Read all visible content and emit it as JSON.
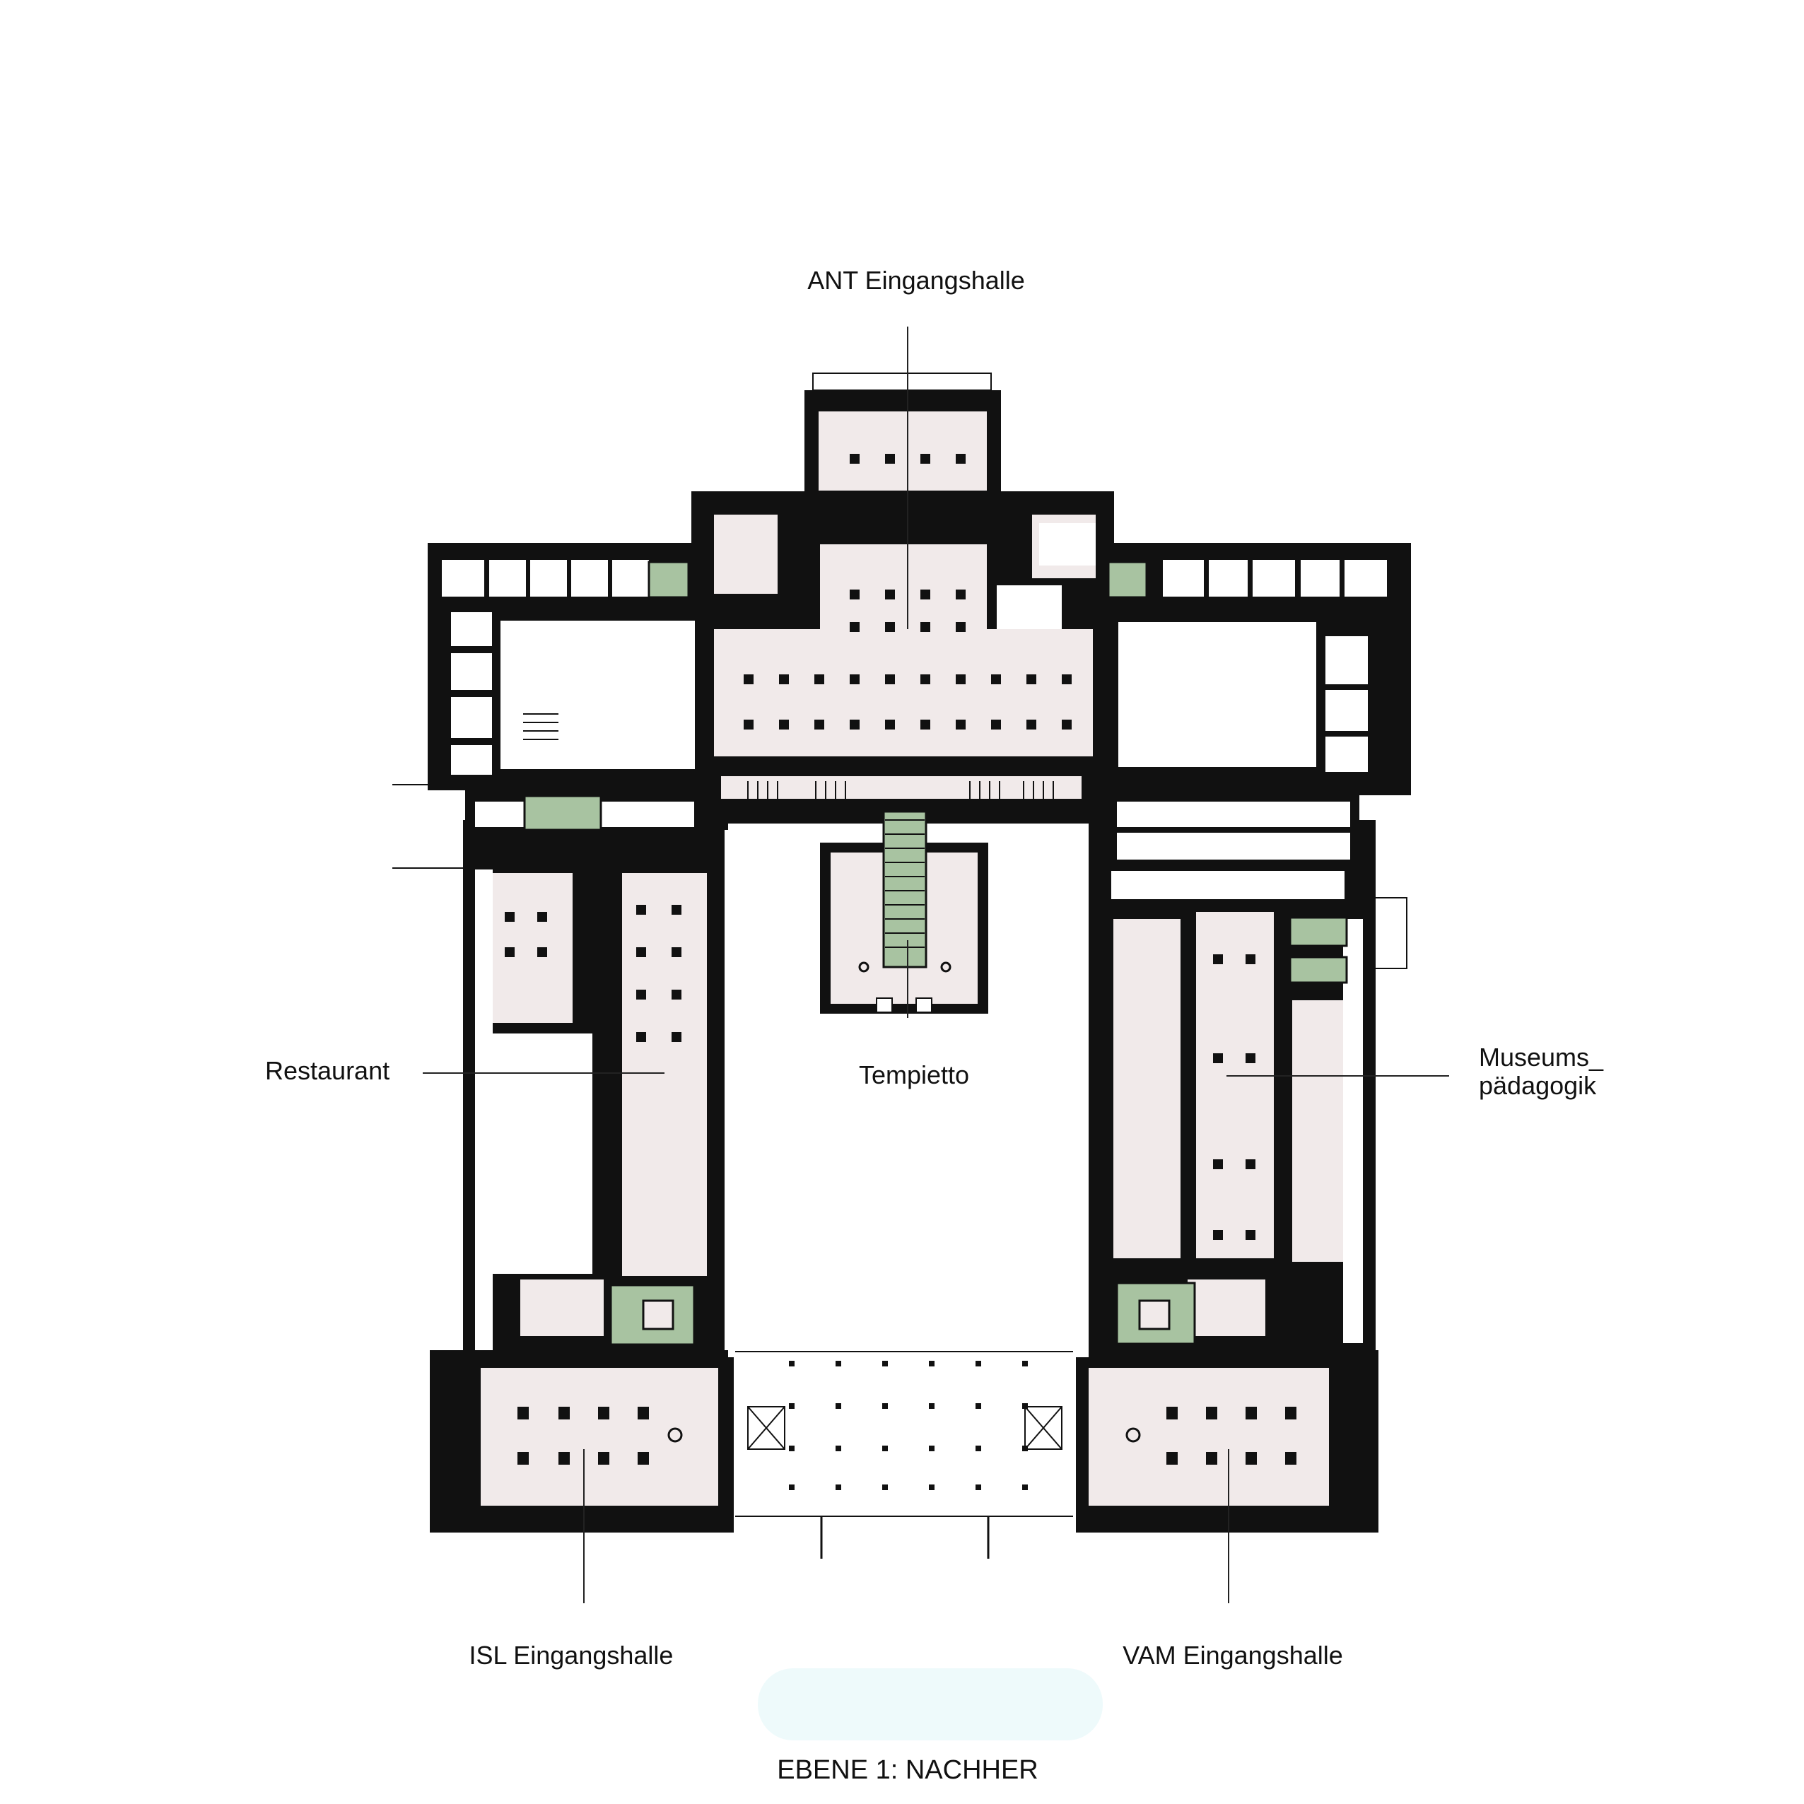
{
  "labels": {
    "ant": "ANT Eingangshalle",
    "tempietto": "Tempietto",
    "restaurant": "Restaurant",
    "museums_line1": "Museums_",
    "museums_line2": "pädagogik",
    "isl": "ISL Eingangshalle",
    "vam": "VAM Eingangshalle"
  },
  "title": "EBENE 1: NACHHER",
  "colors": {
    "wall": "#111111",
    "room_fill": "#f1eaea",
    "stair_fill": "#a8c3a1",
    "leader": "#222222",
    "title_bar": "#eefafb"
  }
}
